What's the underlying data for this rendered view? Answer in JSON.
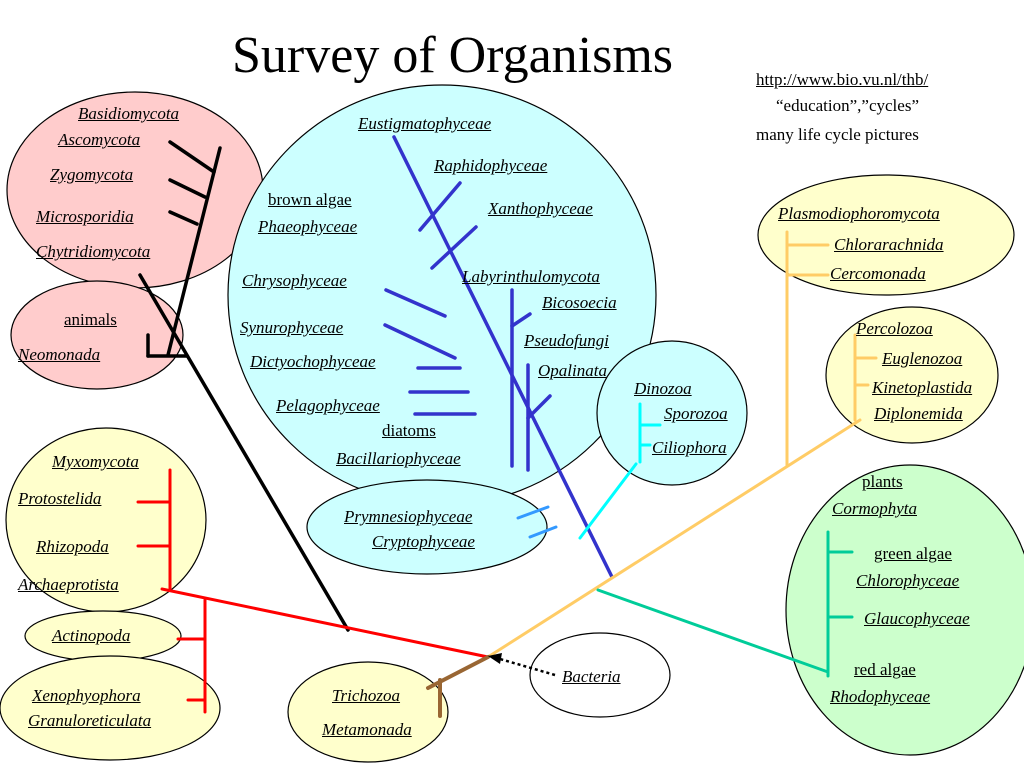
{
  "title": "Survey of Organisms",
  "reference": {
    "url": "http://www.bio.vu.nl/thb/",
    "keywords": "“education”,”cycles”",
    "description": "many life cycle pictures"
  },
  "groups": {
    "fungi": [
      "Basidiomycota",
      "Ascomycota",
      "Zygomycota",
      "Microsporidia",
      "Chytridiomycota"
    ],
    "opisthokont_other": [
      "animals",
      "Neomonada"
    ],
    "amoebozoa": [
      "Myxomycota",
      "Protostelida",
      "Rhizopoda",
      "Archaeprotista"
    ],
    "rhizaria_misc": [
      "Actinopoda",
      "Xenophyophora",
      "Granuloreticulata"
    ],
    "excavata_base": [
      "Trichozoa",
      "Metamonada"
    ],
    "outgroup": "Bacteria",
    "stramenopiles": [
      "Eustigmatophyceae",
      "Raphidophyceae",
      "Xanthophyceae",
      "brown algae",
      "Phaeophyceae",
      "Chrysophyceae",
      "Labyrinthulomycota",
      "Bicosoecia",
      "Synurophyceae",
      "Pseudofungi",
      "Dictyochophyceae",
      "Opalinata",
      "Pelagophyceae",
      "diatoms",
      "Bacillariophyceae"
    ],
    "haptophytes": [
      "Prymnesiophyceae",
      "Cryptophyceae"
    ],
    "alveolata": [
      "Dinozoa",
      "Sporozoa",
      "Ciliophora"
    ],
    "cercozoa": [
      "Plasmodiophoromycota",
      "Chlorarachnida",
      "Cercomonada"
    ],
    "discicristata": [
      "Percolozoa",
      "Euglenozoa",
      "Kinetoplastida",
      "Diplonemida"
    ],
    "plantae": [
      "plants",
      "Cormophyta",
      "green algae",
      "Chlorophyceae",
      "Glaucophyceae",
      "red algae",
      "Rhodophyceae"
    ]
  },
  "colors": {
    "fungi_region": "#ffcccc",
    "stramenopile_region": "#ccffff",
    "plant_region": "#ccffcc",
    "yellow_region": "#ffffcc",
    "blue_branch": "#3333cc",
    "red_branch": "#ff0000",
    "cyan_branch": "#00ffff",
    "orange_branch": "#ffcc66",
    "teal_branch": "#00cc99",
    "brown_branch": "#996633",
    "black_branch": "#000000",
    "sky_branch": "#3399ff"
  }
}
